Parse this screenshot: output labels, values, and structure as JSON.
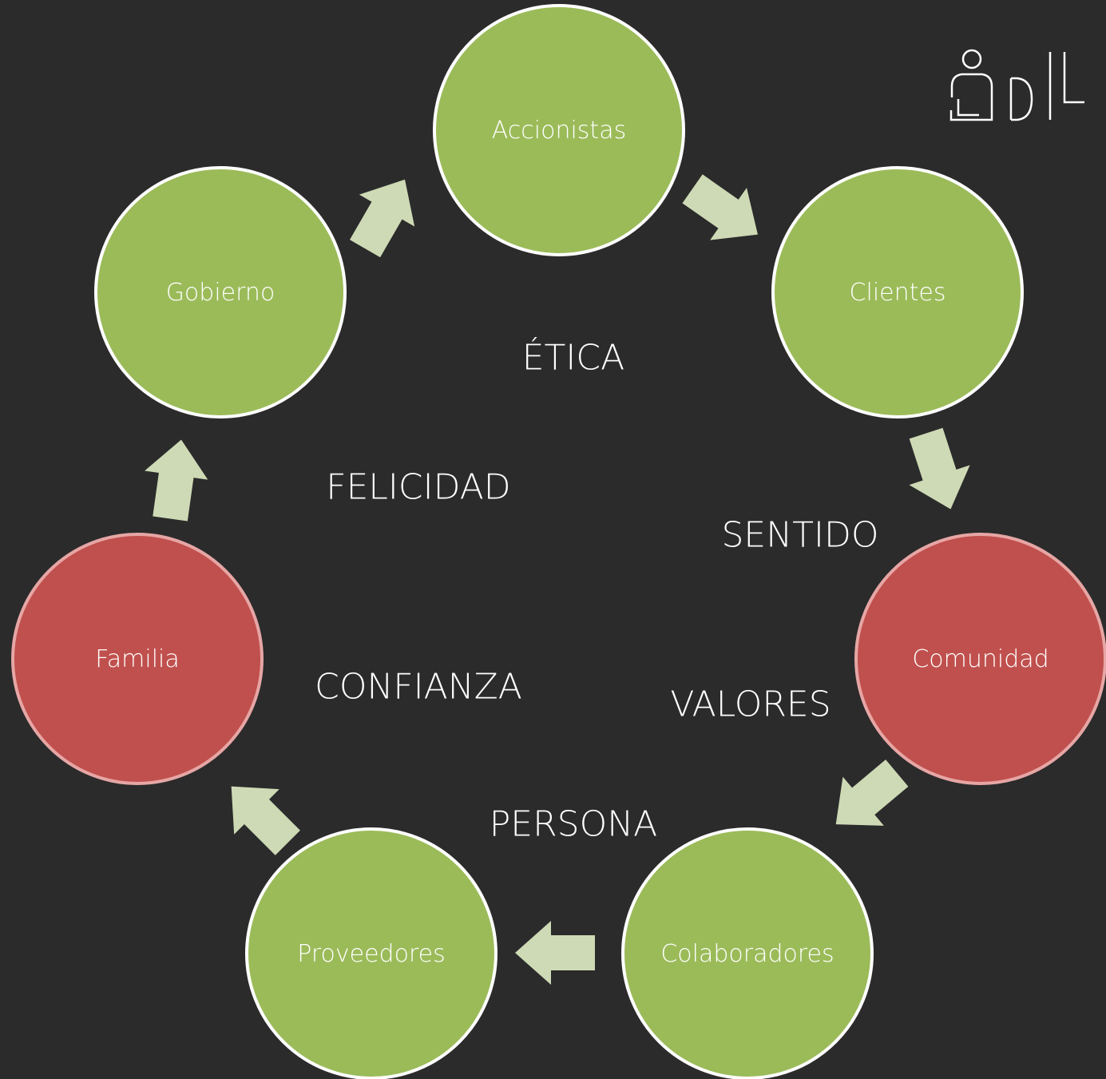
{
  "colors": {
    "background": "#2b2b2b",
    "primary_node": "#9bbb59",
    "primary_border": "#ffffff",
    "highlight_node": "#c0504d",
    "highlight_border": "#e6a6a5",
    "arrow": "#cddab5",
    "text": "#ffffff"
  },
  "nodes": [
    {
      "label": "Accionistas",
      "color": "green"
    },
    {
      "label": "Clientes",
      "color": "green"
    },
    {
      "label": "Comunidad",
      "color": "red"
    },
    {
      "label": "Colaboradores",
      "color": "green"
    },
    {
      "label": "Proveedores",
      "color": "green"
    },
    {
      "label": "Familia",
      "color": "red"
    },
    {
      "label": "Gobierno",
      "color": "green"
    }
  ],
  "values": [
    "ÉTICA",
    "FELICIDAD",
    "SENTIDO",
    "CONFIANZA",
    "VALORES",
    "PERSONA"
  ],
  "logo": {
    "icon": "person-at-desk-icon",
    "text": "DIL"
  }
}
